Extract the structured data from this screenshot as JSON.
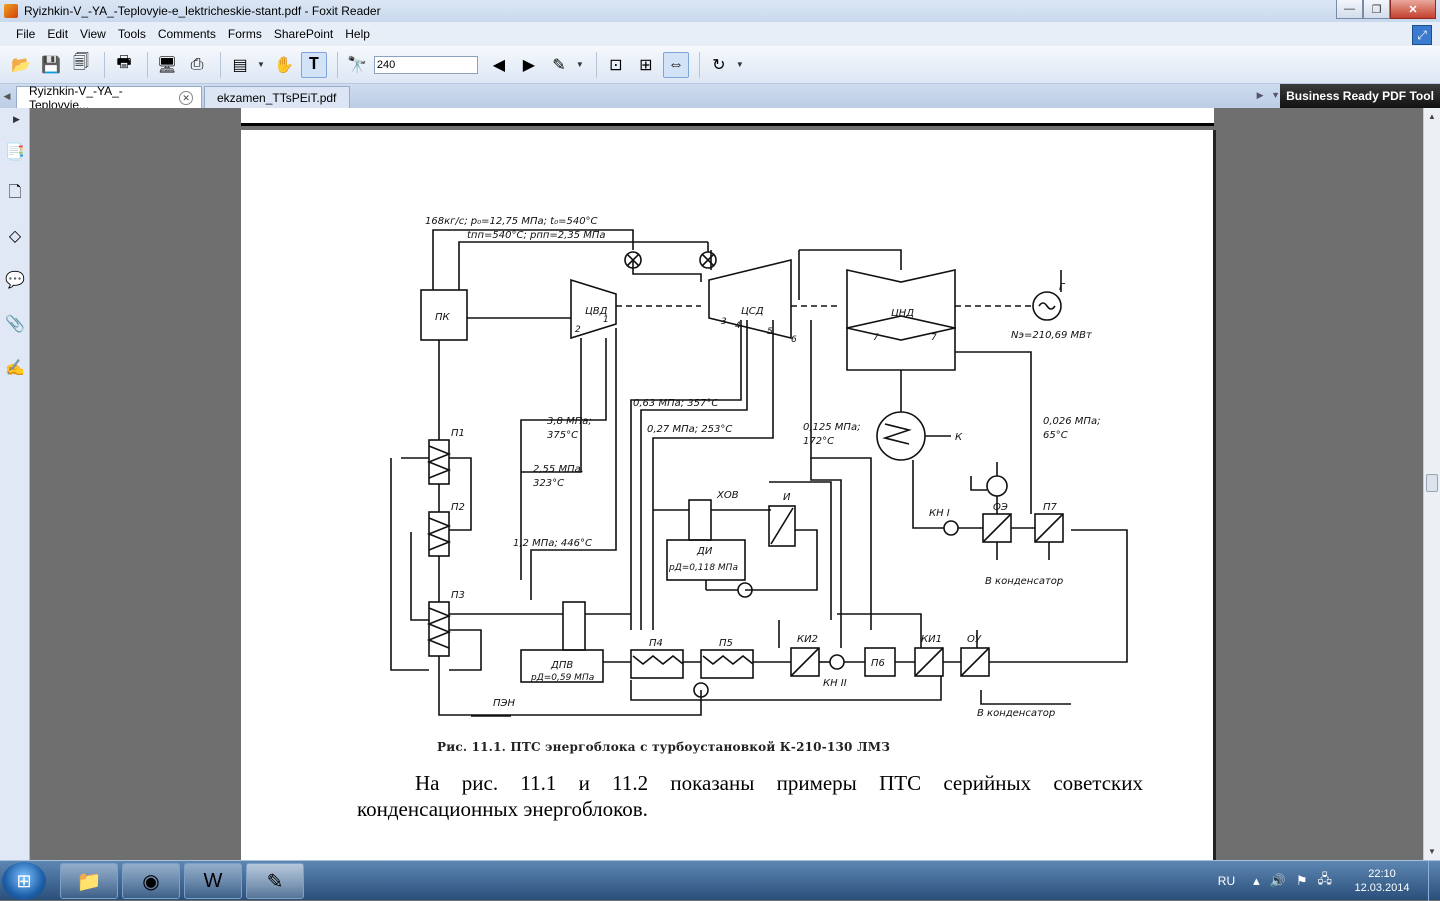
{
  "window": {
    "title": "Ryizhkin-V_-YA_-Teplovyie-e_lektricheskie-stant.pdf - Foxit Reader",
    "minimize": "—",
    "maximize": "❐",
    "close": "✕"
  },
  "menu": {
    "items": [
      "File",
      "Edit",
      "View",
      "Tools",
      "Comments",
      "Forms",
      "SharePoint",
      "Help"
    ]
  },
  "toolbar": {
    "search_value": "240",
    "icons": [
      "open-icon",
      "save-icon",
      "save-all-icon",
      "print-icon",
      "screen-icon",
      "scan-icon",
      "page-icon",
      "hand-icon",
      "select-text-icon",
      "find-icon",
      "prev-result-icon",
      "next-result-icon",
      "clear-icon",
      "actual-size-icon",
      "fit-page-icon",
      "fit-width-icon",
      "rotate-icon"
    ]
  },
  "tabs": [
    {
      "label": "Ryizhkin-V_-YA_-Teplovyie...",
      "active": true
    },
    {
      "label": "ekzamen_TTsPEiT.pdf",
      "active": false
    }
  ],
  "promo": "Business Ready PDF Tool",
  "document": {
    "diagram_labels": {
      "top_line": "168кг/с; p₀=12,75 МПа; t₀=540°С",
      "reheat": "tпп=540°С; pпп=2,35 МПа",
      "pk": "ПК",
      "cvd": "ЦВД",
      "csd": "ЦСД",
      "cnd": "ЦНД",
      "generator": "Г",
      "power": "Nэ=210,69 МВт",
      "k": "К",
      "p1": "П1",
      "p2": "П2",
      "p3": "П3",
      "p4": "П4",
      "p5": "П5",
      "p6": "П6",
      "p7": "П7",
      "oe": "ОЭ",
      "ou": "ОУ",
      "kn1": "КН I",
      "kn2": "КН II",
      "ki1": "КИ1",
      "ki2": "КИ2",
      "xov": "ХОВ",
      "i": "И",
      "di": "ДИ",
      "di_p": "pД=0,118 МПа",
      "dpv": "ДПВ",
      "dpv_p": "pД=0,59 МПа",
      "pen": "ПЭН",
      "s1": "3,8 МПа;",
      "s1t": "375°С",
      "s2": "2,55 МПа.",
      "s2t": "323°С",
      "s3": "1,2 МПа; 446°С",
      "s4": "0,63 МПа; 357°С",
      "s5": "0,27 МПа; 253°С",
      "s6": "0,125 МПа;",
      "s6t": "172°С",
      "s7": "0,026 МПа;",
      "s7t": "65°С",
      "to_condenser_1": "В конденсатор",
      "to_condenser_2": "В конденсатор",
      "n1": "1",
      "n2": "2",
      "n3": "3",
      "n4": "4",
      "n5": "5",
      "n6": "6",
      "n7a": "7",
      "n7b": "7"
    },
    "caption": "Рис. 11.1. ПТС энергоблока с турбоустановкой К-210-130 ЛМЗ",
    "paragraph": "На рис. 11.1 и 11.2 показаны примеры ПТС серийных советских конденсационных энергоблоков."
  },
  "taskbar": {
    "language": "RU",
    "time": "22:10",
    "date": "12.03.2014",
    "apps": [
      "explorer-icon",
      "chrome-icon",
      "word-icon",
      "foxit-icon"
    ]
  }
}
